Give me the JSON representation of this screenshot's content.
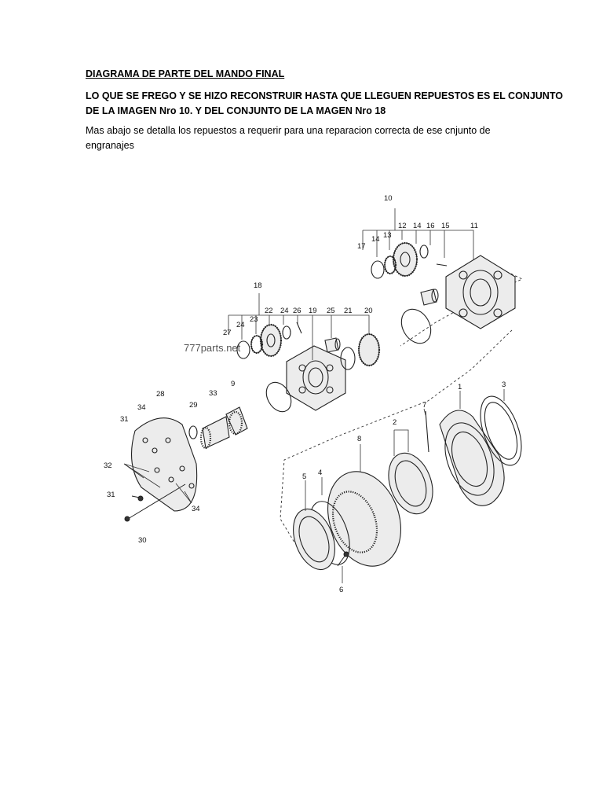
{
  "document": {
    "title": "DIAGRAMA DE PARTE DEL MANDO FINAL",
    "paragraph1": {
      "line1": "LO QUE SE FREGO Y SE HIZO RECONSTRUIR HASTA QUE LLEGUEN REPUESTOS ES EL CONJUNTO",
      "line2": "DE LA IMAGEN Nro 10. Y DEL CONJUNTO DE LA MAGEN Nro 18"
    },
    "paragraph2": {
      "line1": "Mas abajo se detalla los repuestos a requerir para una reparacion correcta de ese cnjunto de",
      "line2": "engranajes"
    }
  },
  "diagram": {
    "watermark": "777parts.net",
    "labels": {
      "p1": "1",
      "p2": "2",
      "p3": "3",
      "p4": "4",
      "p5": "5",
      "p6": "6",
      "p7": "7",
      "p8": "8",
      "p9": "9",
      "p10": "10",
      "p11": "11",
      "p12": "12",
      "p13": "13",
      "p14": "14",
      "p15": "15",
      "p16": "16",
      "p17": "17",
      "p18": "18",
      "p19": "19",
      "p20": "20",
      "p21": "21",
      "p22": "22",
      "p23": "23",
      "p24a": "24",
      "p24b": "24",
      "p25": "25",
      "p26": "26",
      "p27": "27",
      "p28": "28",
      "p29": "29",
      "p30": "30",
      "p31a": "31",
      "p31b": "31",
      "p32": "32",
      "p33": "33",
      "p34a": "34",
      "p34b": "34"
    }
  }
}
